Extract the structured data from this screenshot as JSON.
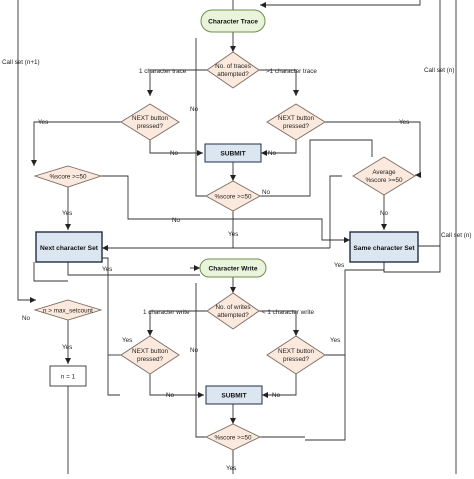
{
  "colors": {
    "background": "#ffffff",
    "line": "#333333",
    "start_fill": "#eaf4dc",
    "start_stroke": "#6f8f4a",
    "decision_fill": "#fbe9dd",
    "decision_stroke": "#7a6a60",
    "process_fill": "#dce6f1",
    "process_stroke": "#1f2f45",
    "plain_fill": "#ffffff"
  },
  "nodes": {
    "character_trace": "Character Trace",
    "traces_attempted": [
      "No. of traces",
      "attempted?"
    ],
    "next_pressed_left_top": [
      "NEXT button",
      "pressed?"
    ],
    "next_pressed_right_top": [
      "NEXT button",
      "pressed?"
    ],
    "submit_top": "SUBMIT",
    "score_left_top": "%score >=50",
    "score_center_top": "%score >=50",
    "average_score": [
      "Average",
      "%score >=50"
    ],
    "next_character_set": "Next character Set",
    "same_character_set": "Same character Set",
    "character_write": "Character Write",
    "writes_attempted": [
      "No. of writes",
      "attempted?"
    ],
    "max_setcount": "n > max_setcount",
    "n_equals_1": "n = 1",
    "next_pressed_left_bottom": [
      "NEXT button",
      "pressed?"
    ],
    "next_pressed_right_bottom": [
      "NEXT button",
      "pressed?"
    ],
    "submit_bottom": "SUBMIT",
    "score_center_bottom": "%score >=50"
  },
  "edge_labels": {
    "call_set_n_plus_1": "Call set (n+1)",
    "call_set_n_right": "Call set (n)",
    "call_set_n_far_right": "Call set (n)",
    "one_char_trace": "1 character trace",
    "gt1_char_trace": ">1 character trace",
    "one_char_write": "1 character write",
    "lt1_char_write": "< 1 character write",
    "yes": "Yes",
    "no": "No"
  }
}
